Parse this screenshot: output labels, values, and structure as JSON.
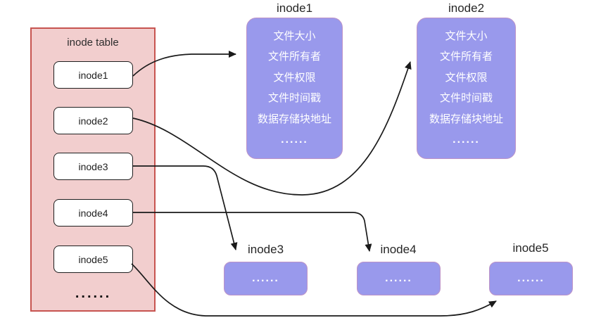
{
  "diagram": {
    "table": {
      "title": "inode table",
      "entries": [
        "inode1",
        "inode2",
        "inode3",
        "inode4",
        "inode5"
      ],
      "ellipsis": "......"
    },
    "detail_nodes": [
      {
        "title": "inode1",
        "fields": [
          "文件大小",
          "文件所有者",
          "文件权限",
          "文件时间戳",
          "数据存储块地址",
          "......"
        ]
      },
      {
        "title": "inode2",
        "fields": [
          "文件大小",
          "文件所有者",
          "文件权限",
          "文件时间戳",
          "数据存储块地址",
          "......"
        ]
      }
    ],
    "stub_nodes": [
      {
        "title": "inode3",
        "content": "......"
      },
      {
        "title": "inode4",
        "content": "......"
      },
      {
        "title": "inode5",
        "content": "......"
      }
    ],
    "colors": {
      "table_fill": "#f2cece",
      "table_border": "#c75450",
      "node_fill": "#9999ec",
      "node_border": "#bd93c7",
      "arrow": "#1a1a1a"
    }
  }
}
